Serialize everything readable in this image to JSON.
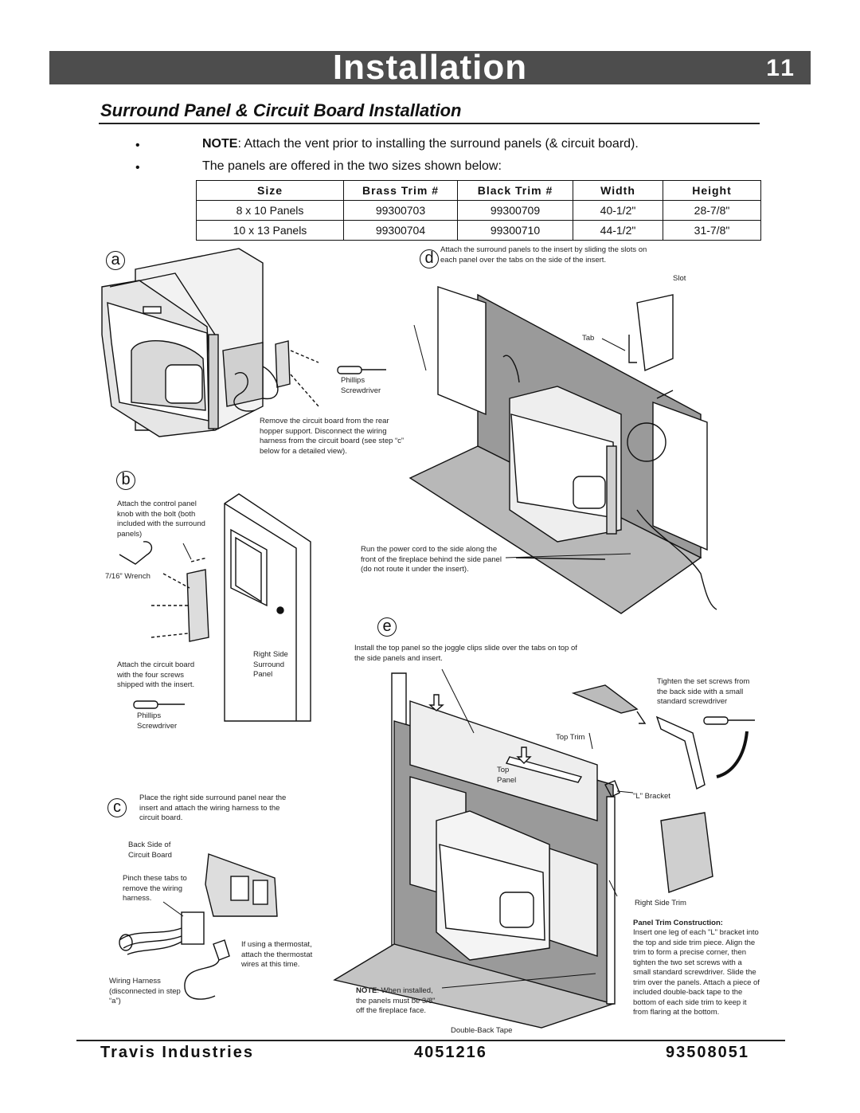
{
  "header": {
    "title": "Installation",
    "page_number": "11"
  },
  "section_title": "Surround Panel & Circuit Board Installation",
  "notes": {
    "note_label": "NOTE",
    "note_text": ": Attach the vent prior to installing the surround panels (& circuit board).",
    "panels_text": "The panels are offered in the two sizes shown below:"
  },
  "table": {
    "headers": [
      "Size",
      "Brass Trim #",
      "Black Trim #",
      "Width",
      "Height"
    ],
    "rows": [
      [
        "8 x 10 Panels",
        "99300703",
        "99300709",
        "40-1/2\"",
        "28-7/8\""
      ],
      [
        "10 x 13 Panels",
        "99300704",
        "99300710",
        "44-1/2\"",
        "31-7/8\""
      ]
    ]
  },
  "steps": {
    "a": {
      "letter": "a",
      "screwdriver": "Phillips\nScrewdriver",
      "caption": "Remove the circuit board from the rear hopper support.  Disconnect the wiring harness from the circuit board (see step “c” below for a detailed view)."
    },
    "b": {
      "letter": "b",
      "knob": "Attach the control panel knob with the bolt (both included with the surround panels)",
      "wrench": "7/16” Wrench",
      "board": "Attach the circuit board with the four screws shipped with the insert.",
      "screwdriver": "Phillips\nScrewdriver",
      "panel": "Right Side\nSurround\nPanel"
    },
    "c": {
      "letter": "c",
      "caption": "Place the right side surround panel near the insert and attach the wiring harness to the circuit board.",
      "back_side": "Back Side of\nCircuit Board",
      "pinch": "Pinch these tabs to remove the wiring harness.",
      "thermostat": "If using a thermostat, attach the thermostat wires at this time.",
      "harness": "Wiring Harness (disconnected in step “a”)"
    },
    "d": {
      "letter": "d",
      "caption": "Attach the surround panels to the insert by sliding the slots on each panel over the tabs on the side of the insert.",
      "slot": "Slot",
      "tab": "Tab",
      "power_cord": "Run the power cord to the side along the front of the fireplace behind the side panel (do not route it under the insert)."
    },
    "e": {
      "letter": "e",
      "caption": "Install the top panel so the joggle clips slide over the tabs on top of the side panels and insert.",
      "top_trim": "Top Trim",
      "top_panel": "Top\nPanel",
      "set_screws": "Tighten the set screws from the back side with a small standard screwdriver",
      "l_bracket": "\"L\" Bracket",
      "right_trim": "Right Side Trim",
      "construction_title": "Panel Trim Construction:",
      "construction_text": "Insert one leg of each \"L\" bracket into the top and side trim piece. Align the trim to form a precise corner, then tighten the two set screws with a small standard screwdriver.  Slide the trim over the panels.  Attach a piece of included double-back tape to the bottom of each side trim to keep it from flaring at the bottom.",
      "note_label": "NOTE",
      "note_text": ": When installed, the panels must be 3/8\" off the fireplace face.",
      "tape": "Double-Back Tape"
    }
  },
  "footer": {
    "company": "Travis  Industries",
    "code1": "4051216",
    "code2": "93508051"
  },
  "colors": {
    "header_bg": "#4d4d4d",
    "panel_gray": "#b3b3b3",
    "dark_gray": "#7a7a7a"
  }
}
